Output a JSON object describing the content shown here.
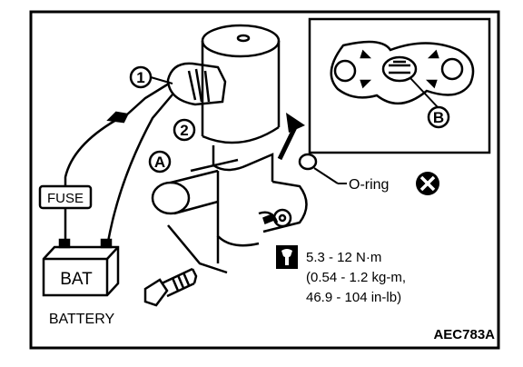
{
  "callouts": {
    "one": "1",
    "two": "2",
    "a": "A",
    "b": "B"
  },
  "labels": {
    "fuse": "FUSE",
    "bat": "BAT",
    "battery": "BATTERY",
    "oring": "O-ring",
    "torque_line1": "5.3 - 12 N·m",
    "torque_line2": "(0.54 - 1.2 kg-m,",
    "torque_line3": "46.9 - 104 in-lb)",
    "figure_code": "AEC783A"
  },
  "icons": {
    "replace": "x-circle-icon",
    "torque": "torque-wrench-icon"
  }
}
